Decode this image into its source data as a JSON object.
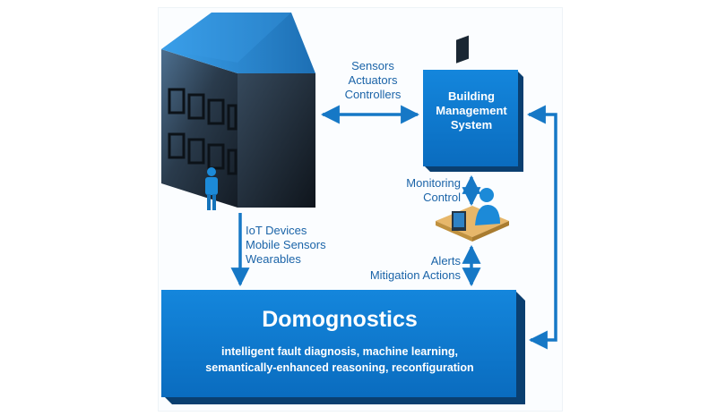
{
  "building_link": {
    "lines": [
      "Sensors",
      "Actuators",
      "Controllers"
    ]
  },
  "bms": {
    "lines": [
      "Building",
      "Management",
      "System"
    ]
  },
  "monitoring": {
    "lines": [
      "Monitoring",
      "Control"
    ]
  },
  "iot": {
    "lines": [
      "IoT Devices",
      "Mobile Sensors",
      "Wearables"
    ]
  },
  "alerts": {
    "lines": [
      "Alerts",
      "Mitigation Actions"
    ]
  },
  "domognostics": {
    "title": "Domognostics",
    "subtitle_lines": [
      "intelligent fault diagnosis, machine learning,",
      "semantically-enhanced reasoning, reconfiguration"
    ]
  },
  "colors": {
    "primary_blue": "#0b7ad1",
    "box_shadow": "#0a3f70",
    "arrow_blue": "#1678c6",
    "text_blue": "#1b64a8"
  }
}
